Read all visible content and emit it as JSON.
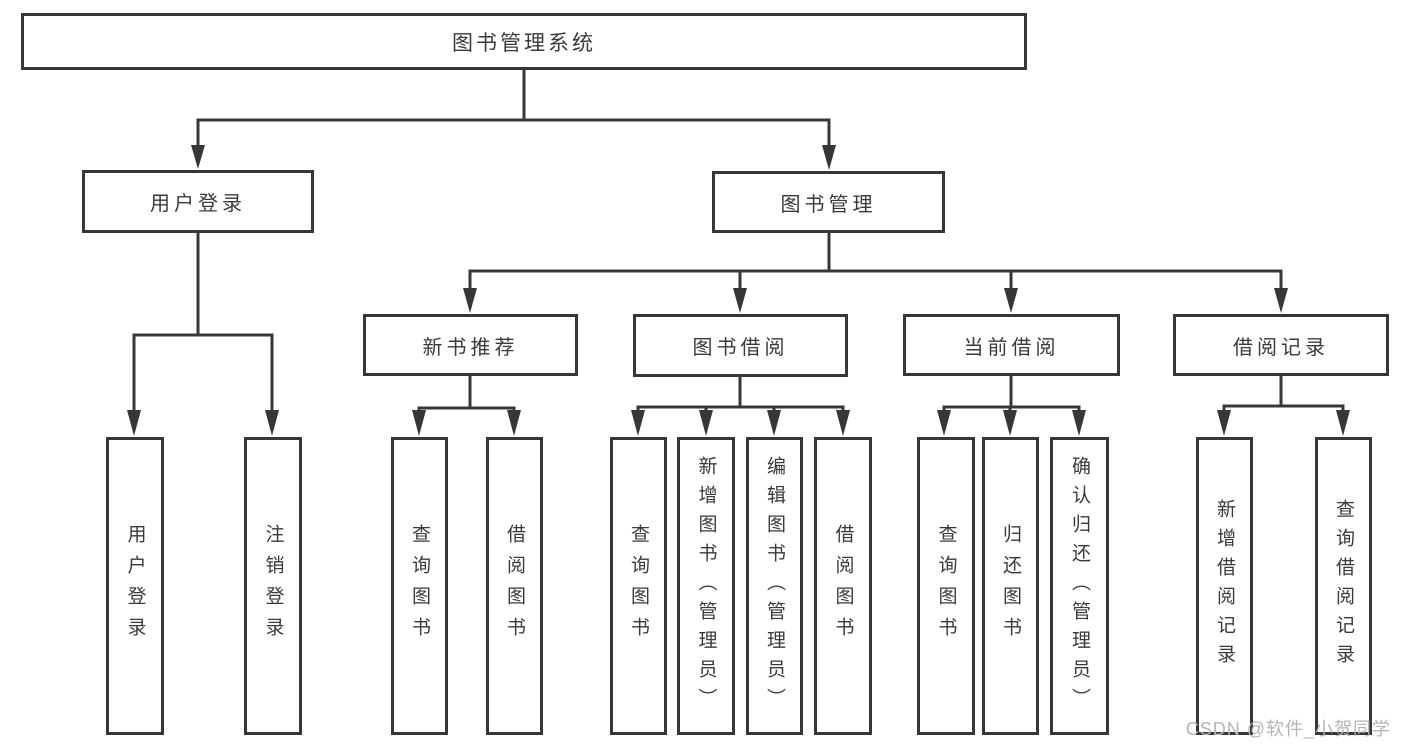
{
  "diagram": {
    "root": {
      "label": "图书管理系统"
    },
    "branches": [
      {
        "label": "用户登录",
        "children": [
          {
            "label": "用户登录"
          },
          {
            "label": "注销登录"
          }
        ]
      },
      {
        "label": "图书管理",
        "sections": [
          {
            "label": "新书推荐",
            "children": [
              {
                "label": "查询图书"
              },
              {
                "label": "借阅图书"
              }
            ]
          },
          {
            "label": "图书借阅",
            "children": [
              {
                "label": "查询图书"
              },
              {
                "label": "新增图书（管理员）"
              },
              {
                "label": "编辑图书（管理员）"
              },
              {
                "label": "借阅图书"
              }
            ]
          },
          {
            "label": "当前借阅",
            "children": [
              {
                "label": "查询图书"
              },
              {
                "label": "归还图书"
              },
              {
                "label": "确认归还（管理员）"
              }
            ]
          },
          {
            "label": "借阅记录",
            "children": [
              {
                "label": "新增借阅记录"
              },
              {
                "label": "查询借阅记录"
              }
            ]
          }
        ]
      }
    ]
  },
  "watermark": {
    "text": "CSDN @软件_小贺同学",
    "color": "#b5b5b5"
  },
  "colors": {
    "line": "#373737",
    "box_border": "#373737",
    "box_background": "#ffffff",
    "text": "#3a3a3a",
    "page_background": "#ffffff"
  }
}
